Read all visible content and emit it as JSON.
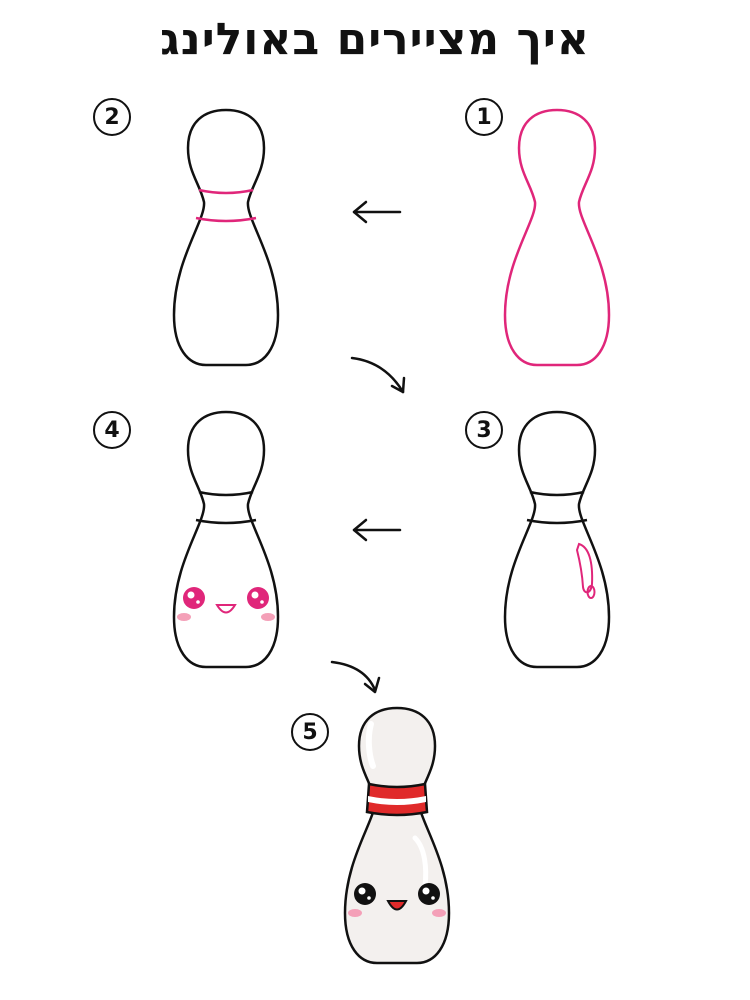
{
  "title": "איך מציירים באולינג",
  "steps": [
    {
      "number": "1"
    },
    {
      "number": "2"
    },
    {
      "number": "3"
    },
    {
      "number": "4"
    },
    {
      "number": "5"
    }
  ],
  "colors": {
    "outline": "#111111",
    "guide_pink": "#e0267a",
    "cheek_pink": "#f4a0b8",
    "stripe_red": "#e02a2a",
    "pin_fill": "#f3f0ee"
  }
}
